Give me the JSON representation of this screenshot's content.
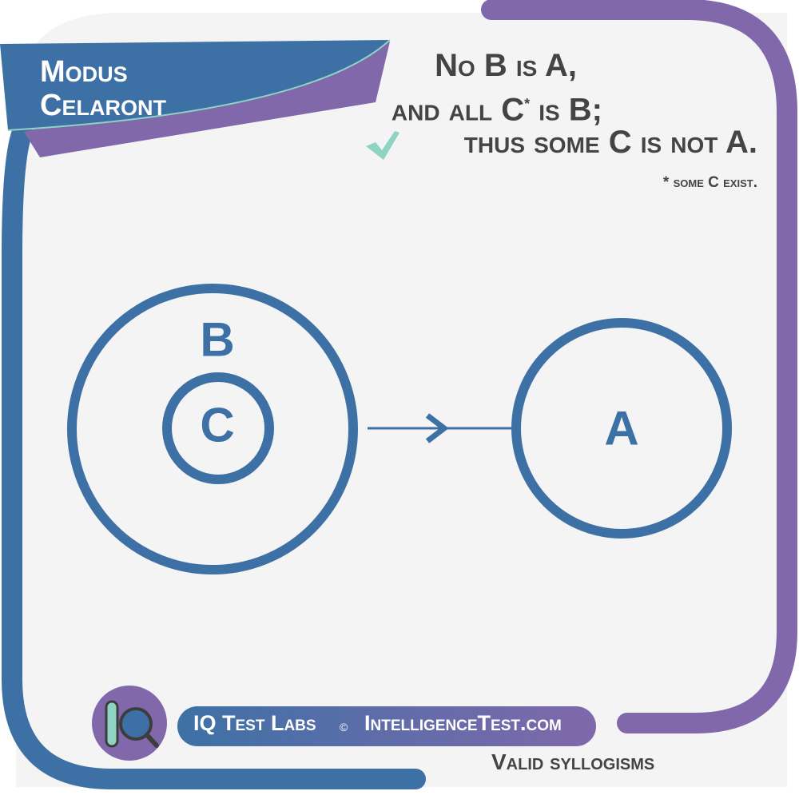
{
  "title": {
    "line1": "Modus",
    "line2": "Celaront"
  },
  "premises": {
    "line1": "No B is A,",
    "line2_a": "and all C",
    "line2_sup": "*",
    "line2_b": "is B;",
    "line3": "thus some C is not A.",
    "check_icon": "checkmark-icon"
  },
  "footnote": "* some C exist.",
  "diagram": {
    "outer_label": "B",
    "inner_label": "C",
    "right_label": "A"
  },
  "footer": {
    "brand": "IQ Test Labs",
    "copyright": "©",
    "site": "IntelligenceTest.com",
    "subtitle": "Valid syllogisms"
  },
  "colors": {
    "blue": "#3d71a6",
    "purple": "#8068ab",
    "teal": "#8fd3c3",
    "panel": "#f4f4f4",
    "text": "#444444"
  }
}
